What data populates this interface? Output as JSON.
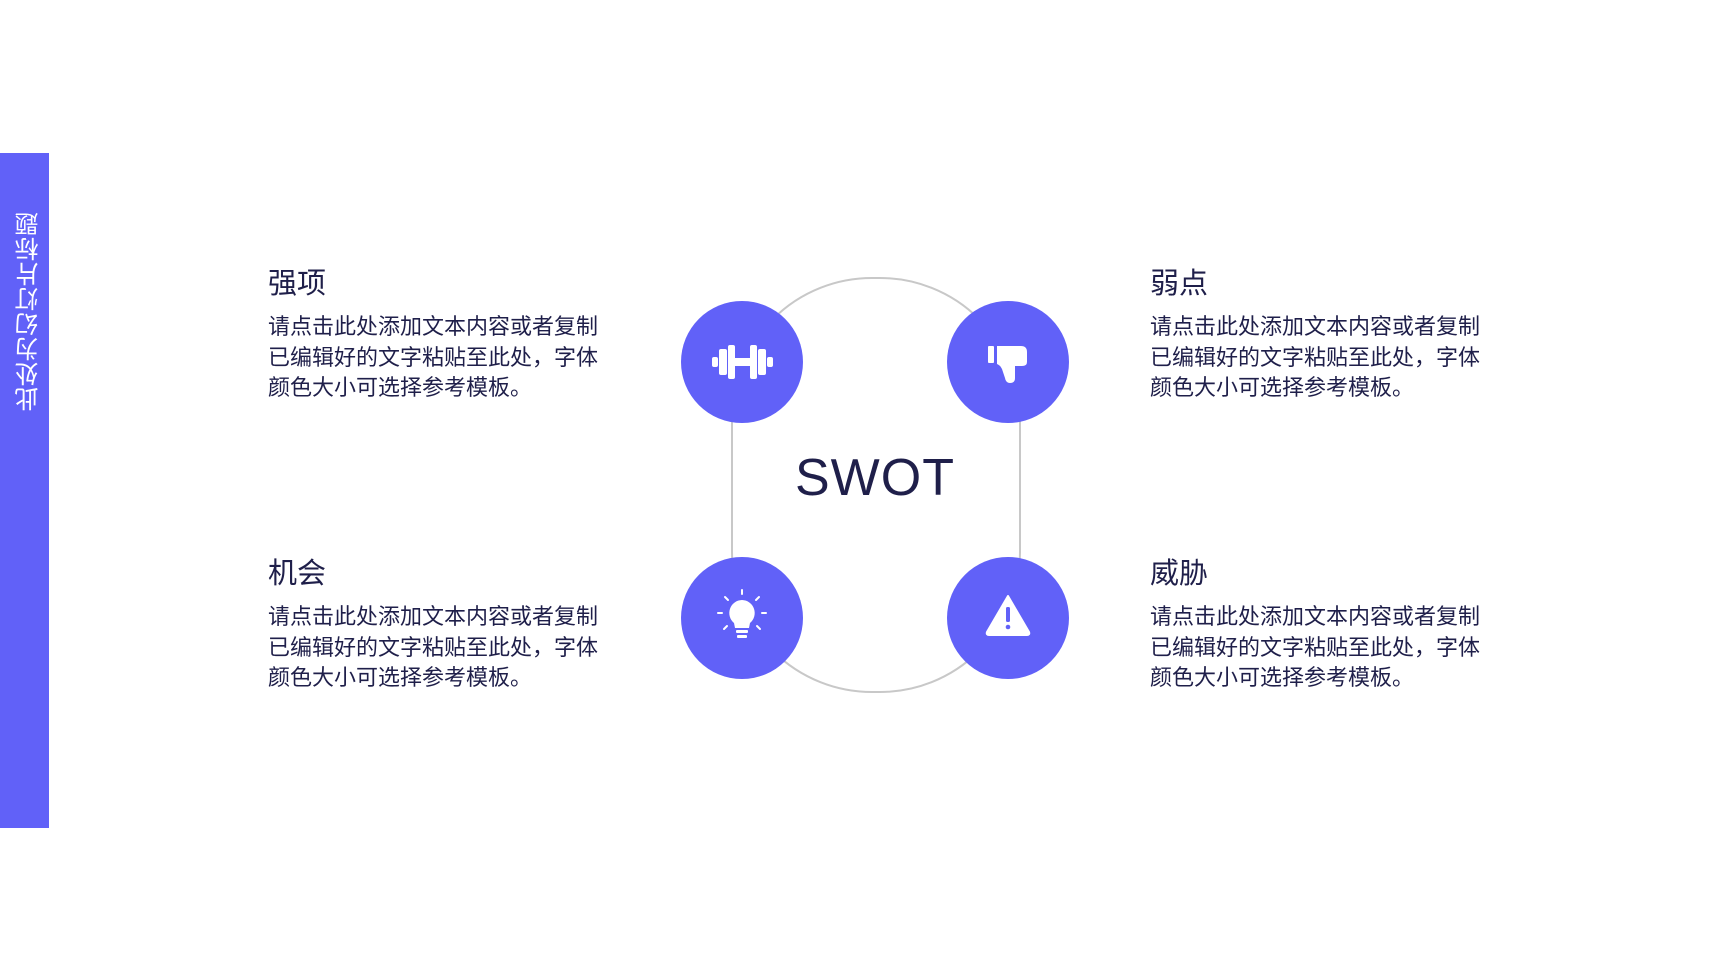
{
  "slide": {
    "side_title": "此处为幻灯片标题",
    "center_label": "SWOT"
  },
  "quadrants": [
    {
      "title": "强项",
      "text": "请点击此处添加文本内容或者复制已编辑好的文字粘贴至此处，字体颜色大小可选择参考模板。",
      "icon": "dumbbell-icon"
    },
    {
      "title": "弱点",
      "text": "请点击此处添加文本内容或者复制已编辑好的文字粘贴至此处，字体颜色大小可选择参考模板。",
      "icon": "thumbs-down-icon"
    },
    {
      "title": "机会",
      "text": "请点击此处添加文本内容或者复制已编辑好的文字粘贴至此处，字体颜色大小可选择参考模板。",
      "icon": "lightbulb-icon"
    },
    {
      "title": "威胁",
      "text": "请点击此处添加文本内容或者复制已编辑好的文字粘贴至此处，字体颜色大小可选择参考模板。",
      "icon": "warning-icon"
    }
  ],
  "colors": {
    "accent": "#6161f8",
    "text": "#1f1f4a",
    "ring": "#c8c8c8"
  }
}
